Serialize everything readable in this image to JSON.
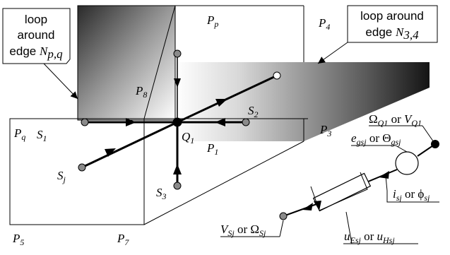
{
  "callouts": {
    "left": {
      "line1": "loop",
      "line2": "around",
      "line3_prefix": "edge ",
      "line3_var": "N",
      "line3_sub": "p,q"
    },
    "right": {
      "line1": "loop around",
      "line2_prefix": "edge ",
      "line2_var": "N",
      "line2_sub": "3,4"
    }
  },
  "vertices": {
    "p_p": {
      "main": "P",
      "sub": "p"
    },
    "p_4": {
      "main": "P",
      "sub": "4"
    },
    "p_8": {
      "main": "P",
      "sub": "8"
    },
    "p_q": {
      "main": "P",
      "sub": "q"
    },
    "p_3": {
      "main": "P",
      "sub": "3"
    },
    "p_1": {
      "main": "P",
      "sub": "1"
    },
    "p_5": {
      "main": "P",
      "sub": "5"
    },
    "p_7": {
      "main": "P",
      "sub": "7"
    }
  },
  "nodes": {
    "s_1": {
      "main": "S",
      "sub": "1"
    },
    "s_2": {
      "main": "S",
      "sub": "2"
    },
    "s_3": {
      "main": "S",
      "sub": "3"
    },
    "s_j": {
      "main": "S",
      "sub": "j"
    },
    "q_1": {
      "main": "Q",
      "sub": "1"
    }
  },
  "labels": {
    "omega_v": {
      "a": "Ω",
      "a_sub": "Q1",
      "or": " or ",
      "b": "V",
      "b_sub": "Q1"
    },
    "e_theta": {
      "a": "e",
      "a_sub": "gsj",
      "or": " or ",
      "b": "Θ",
      "b_sub": "gsj"
    },
    "i_phi": {
      "a": "i",
      "a_sub": "sj",
      "or": " or ",
      "b": "ϕ",
      "b_sub": "sj"
    },
    "v_omega": {
      "a": "V",
      "a_sub": "Sj",
      "or": " or ",
      "b": "Ω",
      "b_sub": "Sj"
    },
    "u_eh": {
      "a": "u",
      "a_sub": "Esj",
      "or": " or ",
      "b": "u",
      "b_sub": "Hsj"
    }
  }
}
